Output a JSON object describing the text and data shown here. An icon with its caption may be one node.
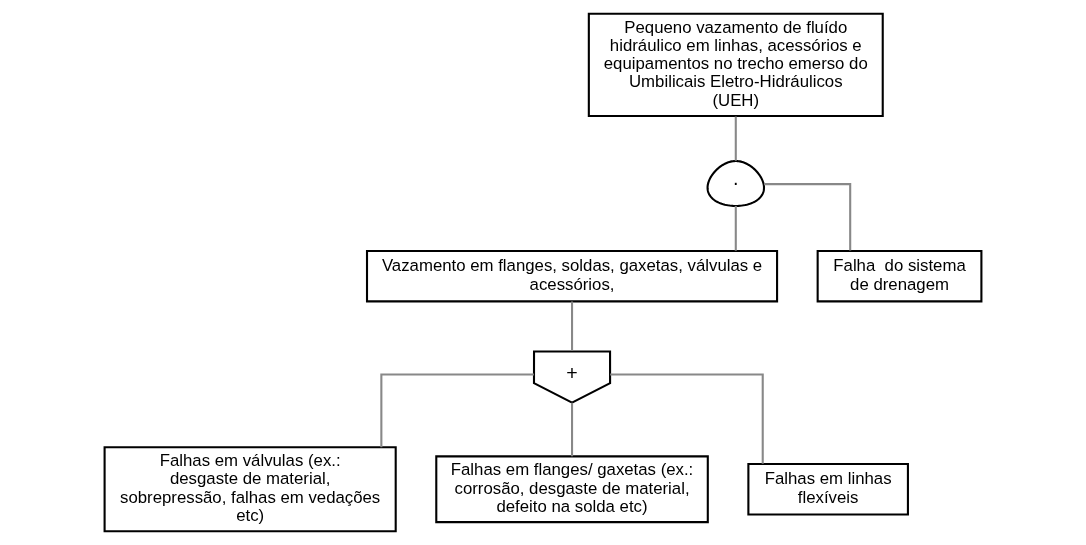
{
  "diagram": {
    "nodes": [
      {
        "text": [
          "Pequeno vazamento de fluído hidráulico em linhas, acessórios e equipamentos no trecho emerso do Umbilicais Eletro-Hidráulicos (UEH)"
        ]
      },
      {
        "text": [
          "·"
        ]
      },
      {
        "text": [
          "Vazamento em flanges, soldas, gaxetas, válvulas e acessórios,"
        ]
      },
      {
        "text": [
          "Falha  do sistema de drenagem"
        ]
      },
      {
        "text": [
          "+"
        ]
      },
      {
        "text": [
          "Falhas em válvulas (ex.: desgaste de material, sobrepressão, falhas em vedações etc)"
        ]
      },
      {
        "text": [
          "Falhas em flanges/ gaxetas (ex.: corrosão, desgaste de material, defeito na solda etc)"
        ]
      },
      {
        "text": [
          "Falhas em linhas flexíveis"
        ]
      }
    ],
    "edges": [
      {
        "from": 0,
        "to": 1,
        "arrow": "none"
      },
      {
        "from": 1,
        "to": 2,
        "arrow": "none"
      },
      {
        "from": 1,
        "to": 3,
        "arrow": "none"
      },
      {
        "from": 2,
        "to": 4,
        "arrow": "none"
      },
      {
        "from": 4,
        "to": 5,
        "arrow": "none"
      },
      {
        "from": 4,
        "to": 6,
        "arrow": "none"
      },
      {
        "from": 4,
        "to": 7,
        "arrow": "none"
      }
    ]
  }
}
